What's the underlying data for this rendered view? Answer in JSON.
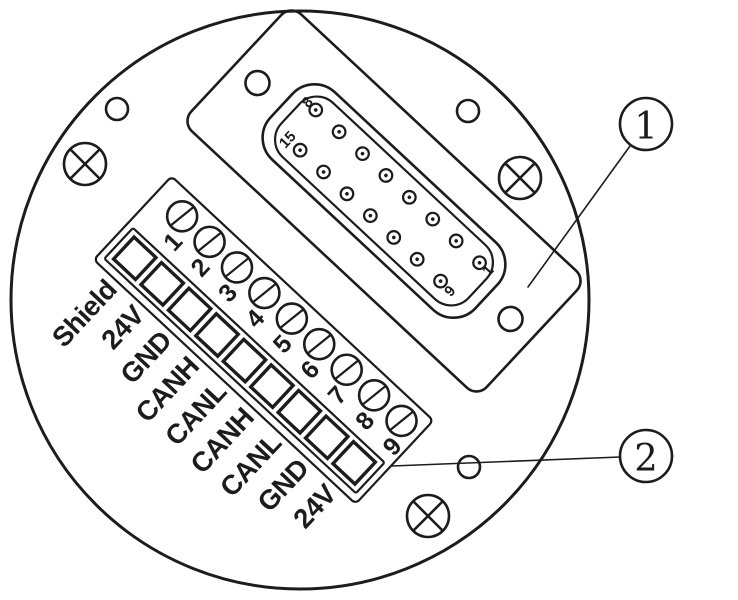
{
  "callouts": [
    {
      "label": "1"
    },
    {
      "label": "2"
    }
  ],
  "dsub": {
    "pin_labels": {
      "top_left": "8",
      "bottom_left": "15",
      "top_right": "1",
      "bottom_right": "9"
    }
  },
  "terminals": {
    "numbers": [
      "1",
      "2",
      "3",
      "4",
      "5",
      "6",
      "7",
      "8",
      "9"
    ],
    "labels": [
      "Shield",
      "24V",
      "GND",
      "CANH",
      "CANL",
      "CANH",
      "CANL",
      "GND",
      "24V"
    ]
  },
  "colors": {
    "line": "#1c1c1c",
    "background": "#ffffff"
  }
}
